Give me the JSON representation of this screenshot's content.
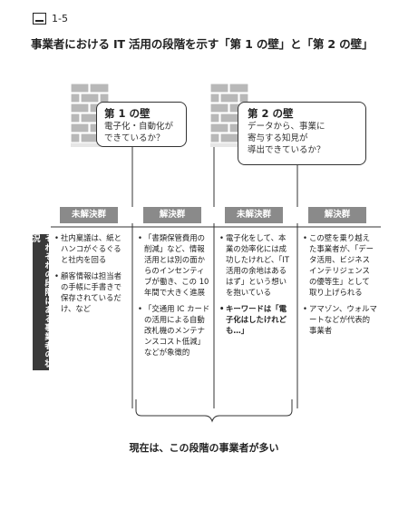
{
  "figure": {
    "number": "1-5"
  },
  "title": "事業者における IT 活用の段階を示す「第 1 の壁」と「第 2 の壁」",
  "walls": [
    {
      "title": "第 1 の壁",
      "subtitle": "電子化・自動化が\nできているか？"
    },
    {
      "title": "第 2 の壁",
      "subtitle": "データから、事業に\n寄与する知見が\n導出できているか？"
    }
  ],
  "side_label": "それぞれの段階にある事業者の状況",
  "columns": [
    {
      "header": "未解決群",
      "items": [
        {
          "text": "社内稟議は、紙とハンコがぐるぐると社内を回る",
          "strong": false
        },
        {
          "text": "顧客情報は担当者の手帳に手書きで保存されているだけ、など",
          "strong": false
        }
      ]
    },
    {
      "header": "解決群",
      "items": [
        {
          "text": "「書類保管費用の削減」など、情報活用とは別の面からのインセンティブが働き、この 10 年間で大きく進展",
          "strong": false
        },
        {
          "text": "「交通用 IC カードの活用による自動改札機のメンテナンスコスト低減」などが象徴的",
          "strong": false
        }
      ]
    },
    {
      "header": "未解決群",
      "items": [
        {
          "text": "電子化をして、本業の効率化には成功したけれど、「IT 活用の余地はあるはず」という想いを抱いている",
          "strong": false
        },
        {
          "text": "キーワードは「電子化はしたけれども…」",
          "strong": true
        }
      ]
    },
    {
      "header": "解決群",
      "items": [
        {
          "text": "この壁を乗り越えた事業者が、「データ活用、ビジネスインテリジェンスの優等生」として取り上げられる",
          "strong": false
        },
        {
          "text": "アマゾン、ウォルマートなどが代表的事業者",
          "strong": false
        }
      ]
    }
  ],
  "bottom_caption": "現在は、この段階の事業者が多い",
  "colors": {
    "badge": "#8a8a8a",
    "side": "#3a3a3a",
    "brick": "#b5b5b5",
    "line": "#333333"
  }
}
